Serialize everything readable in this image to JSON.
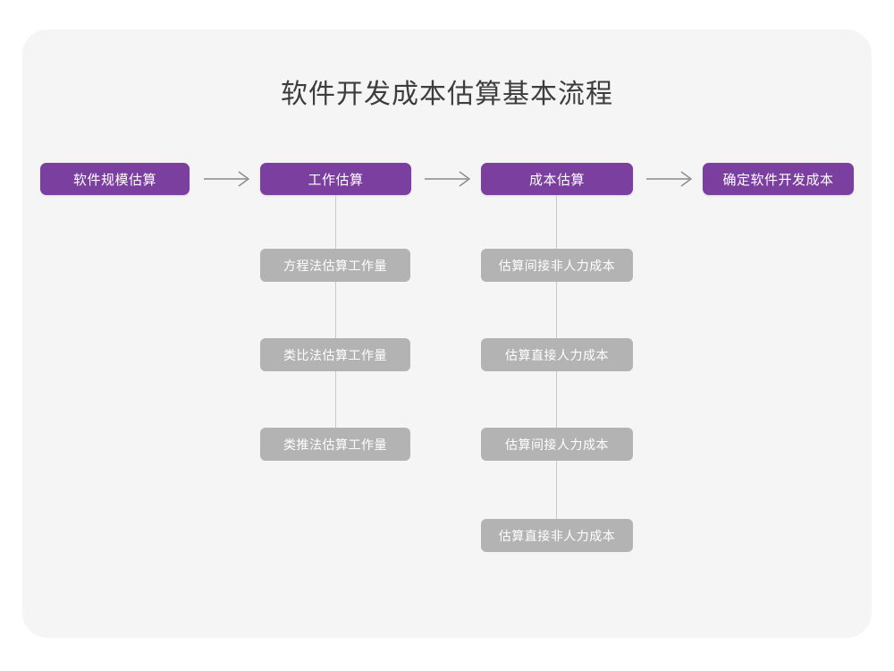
{
  "diagram": {
    "title": "软件开发成本估算基本流程",
    "background_color": "#f5f5f5",
    "stage_color": "#7b3fa0",
    "substep_color": "#b3b3b3",
    "connector_color": "#c9c9c9",
    "stages": [
      {
        "label": "软件规模估算"
      },
      {
        "label": "工作估算"
      },
      {
        "label": "成本估算"
      },
      {
        "label": "确定软件开发成本"
      }
    ],
    "arrows": [
      {
        "glyph": "→"
      },
      {
        "glyph": "→"
      },
      {
        "glyph": "→"
      }
    ],
    "branches": [
      {
        "parent": "工作估算",
        "items": [
          {
            "label": "方程法估算工作量"
          },
          {
            "label": "类比法估算工作量"
          },
          {
            "label": "类推法估算工作量"
          }
        ]
      },
      {
        "parent": "成本估算",
        "items": [
          {
            "label": "估算间接非人力成本"
          },
          {
            "label": "估算直接人力成本"
          },
          {
            "label": "估算间接人力成本"
          },
          {
            "label": "估算直接非人力成本"
          }
        ]
      }
    ]
  },
  "chart_data": {
    "type": "diagram",
    "title": "软件开发成本估算基本流程",
    "nodes": [
      "软件规模估算",
      "工作估算",
      "成本估算",
      "确定软件开发成本",
      "方程法估算工作量",
      "类比法估算工作量",
      "类推法估算工作量",
      "估算间接非人力成本",
      "估算直接人力成本",
      "估算间接人力成本",
      "估算直接非人力成本"
    ]
  }
}
